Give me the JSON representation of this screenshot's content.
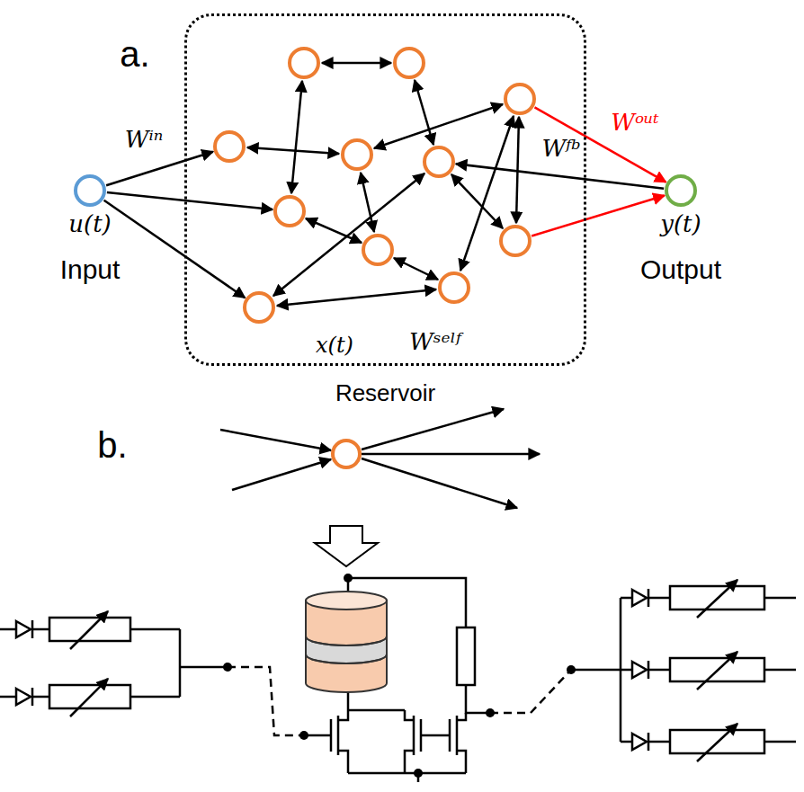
{
  "diagram": {
    "nodes": [
      {
        "text": [
          "u(t)",
          "Input"
        ]
      },
      {
        "text": [
          "Reservoir"
        ]
      },
      {
        "text": [
          "y(t)",
          "Output"
        ]
      }
    ],
    "edges": [
      {
        "from": 0,
        "to": 1,
        "arrow": "to",
        "label": "Wⁱⁿ"
      },
      {
        "from": 1,
        "to": 2,
        "arrow": "to",
        "label": "Wᵒᵘᵗ"
      },
      {
        "from": 2,
        "to": 1,
        "arrow": "to",
        "label": "Wᶠᵇ"
      }
    ],
    "labels": [
      "a.",
      "x(t)",
      "Wˢᵉˡᶠ",
      "b."
    ]
  }
}
